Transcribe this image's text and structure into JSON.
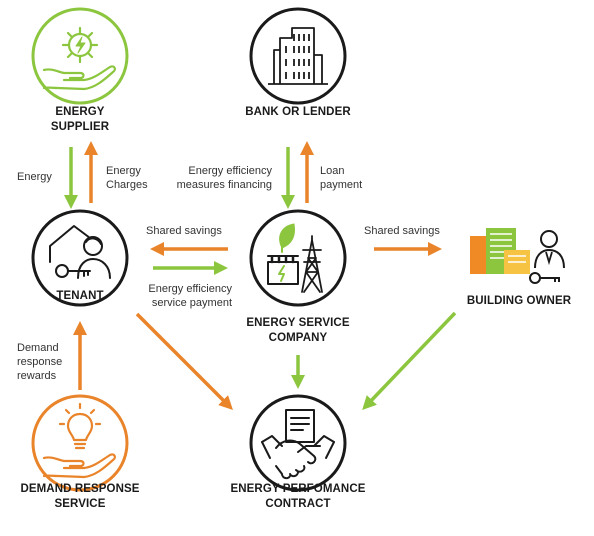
{
  "colors": {
    "green": "#8cc63f",
    "orange": "#e9842a",
    "ink": "#1a1a1a",
    "building_orange": "#f08a24",
    "building_green": "#8cc63f",
    "building_yellow": "#f6c342"
  },
  "nodes": {
    "energy_supplier": {
      "line1": "ENERGY",
      "line2": "SUPPLIER",
      "icon": "hand-gear-bolt-icon"
    },
    "bank": {
      "line1": "BANK OR LENDER",
      "icon": "building-icon"
    },
    "tenant": {
      "line1": "TENANT",
      "icon": "person-house-key-icon"
    },
    "esco": {
      "line1": "ENERGY SERVICE",
      "line2": "COMPANY",
      "icon": "plant-transformer-pylon-icon"
    },
    "building_owner": {
      "line1": "BUILDING OWNER",
      "icon": "buildings-person-key-icon"
    },
    "demand_response": {
      "line1": "DEMAND RESPONSE",
      "line2": "SERVICE",
      "icon": "hand-lightbulb-icon"
    },
    "contract": {
      "line1": "ENERGY PERFOMANCE",
      "line2": "CONTRACT",
      "icon": "handshake-document-icon"
    }
  },
  "edges": {
    "energy": {
      "line1": "Energy"
    },
    "energy_charges": {
      "line1": "Energy",
      "line2": "Charges"
    },
    "ee_financing": {
      "line1": "Energy efficiency",
      "line2": "measures financing"
    },
    "loan_payment": {
      "line1": "Loan",
      "line2": "payment"
    },
    "shared_savings_left": {
      "line1": "Shared savings"
    },
    "ee_service_payment": {
      "line1": "Energy efficiency",
      "line2": "service payment"
    },
    "shared_savings_right": {
      "line1": "Shared savings"
    },
    "demand_response_rewards": {
      "line1": "Demand",
      "line2": "response",
      "line3": "rewards"
    }
  }
}
